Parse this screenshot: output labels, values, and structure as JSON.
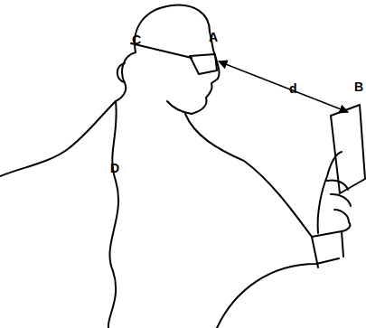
{
  "diagram": {
    "labels": [
      "C",
      "A",
      "d",
      "B",
      "D"
    ]
  }
}
